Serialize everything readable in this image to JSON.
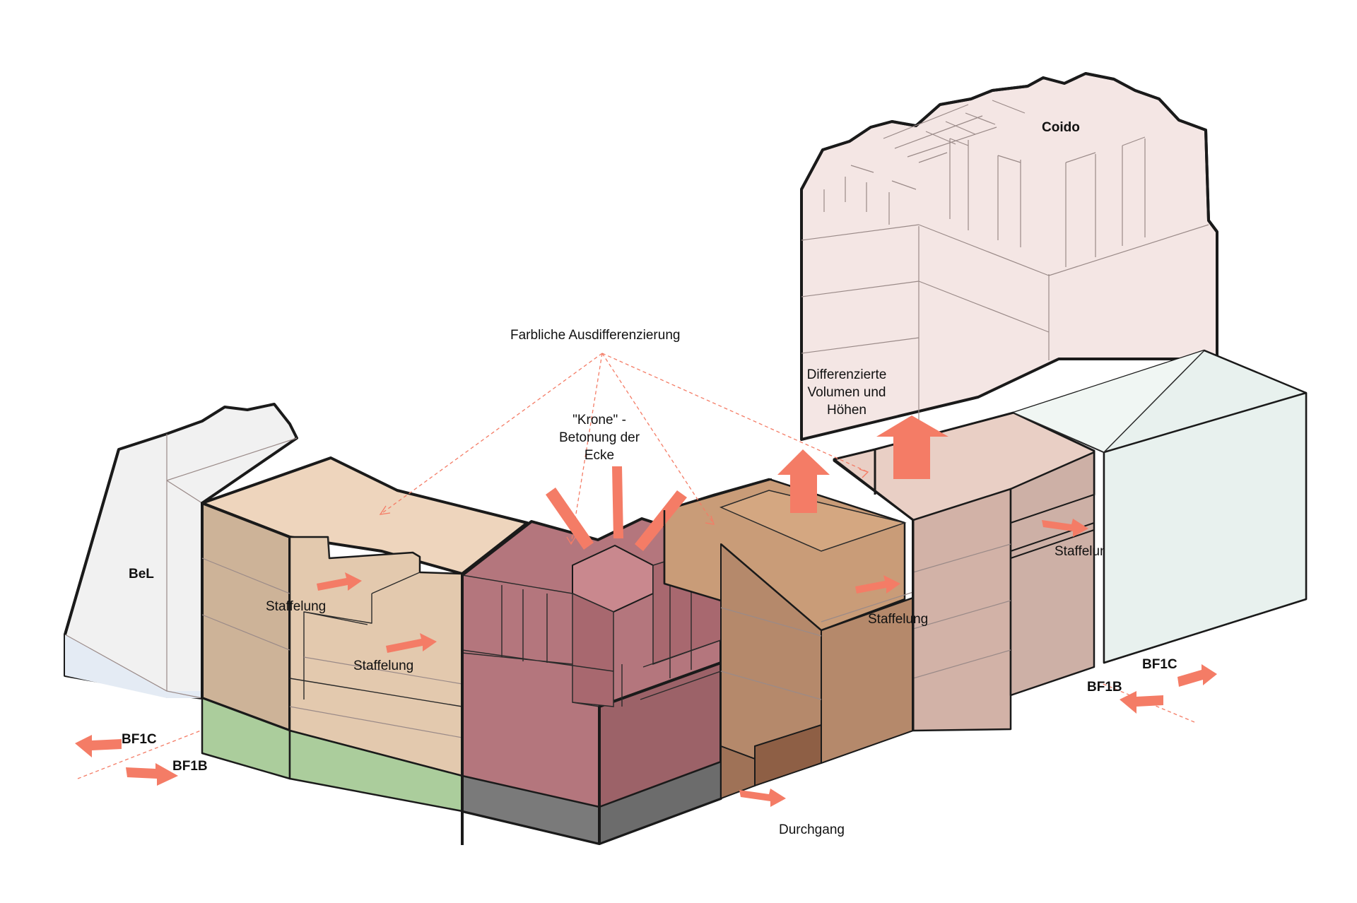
{
  "labels": {
    "farbliche": "Farbliche Ausdifferenzierung",
    "krone_1": "\"Krone\" -",
    "krone_2": "Betonung der",
    "krone_3": "Ecke",
    "diff_1": "Differenzierte",
    "diff_2": "Volumen und",
    "diff_3": "Höhen",
    "coido": "Coido",
    "bel": "BeL",
    "staffelung_1": "Staffelung",
    "staffelung_2": "Staffelung",
    "staffelung_3": "Staffelung",
    "staffelung_4": "Staffelung",
    "durchgang": "Durchgang",
    "bf1c_left": "BF1C",
    "bf1b_left": "BF1B",
    "bf1c_right": "BF1C",
    "bf1b_right": "BF1B"
  },
  "colors": {
    "accent_arrow": "#f47c66",
    "bel_white": "#f1f1f1",
    "bel_blue": "#e4ebf4",
    "beige": "#e3c9ae",
    "beige_light": "#eed5bd",
    "beige_dark": "#cdb398",
    "green": "#abcd9c",
    "crown_red": "#b4767d",
    "crown_dark": "#9c6268",
    "base_gray": "#7a7a7a",
    "brown": "#b5896b",
    "brown_dark": "#9f7257",
    "brown_top": "#c99c78",
    "pink_taupe": "#d2b2a7",
    "pink_light": "#e9cfc5",
    "mint": "#e8f1ee",
    "tower_pink": "#f4e6e4"
  }
}
